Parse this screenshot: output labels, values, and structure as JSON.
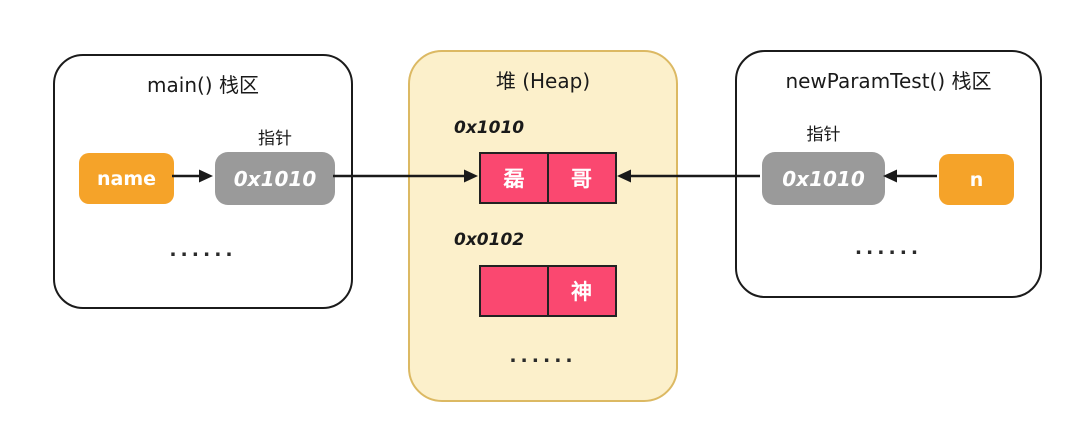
{
  "diagram": {
    "left_panel": {
      "title": "main() 栈区",
      "pointer_label": "指针",
      "variable_name": "name",
      "pointer_value": "0x1010",
      "ellipsis": "......"
    },
    "heap_panel": {
      "title": "堆 (Heap)",
      "blocks": [
        {
          "address": "0x1010",
          "cells": [
            "磊",
            "哥"
          ]
        },
        {
          "address": "0x0102",
          "cells": [
            "",
            "神"
          ]
        }
      ],
      "ellipsis": "......"
    },
    "right_panel": {
      "title": "newParamTest() 栈区",
      "pointer_label": "指针",
      "variable_name": "n",
      "pointer_value": "0x1010",
      "ellipsis": "......"
    },
    "arrows": [
      "name-to-pointer",
      "main-pointer-to-heap-cell",
      "newparamtest-pointer-to-heap-cell",
      "n-to-pointer"
    ]
  },
  "colors": {
    "orange": "#F5A329",
    "gray": "#9A9A9A",
    "pink": "#FA4870",
    "heap_bg": "#FCF0CB",
    "heap_border": "#DCB963",
    "stroke": "#1A1A1A"
  }
}
